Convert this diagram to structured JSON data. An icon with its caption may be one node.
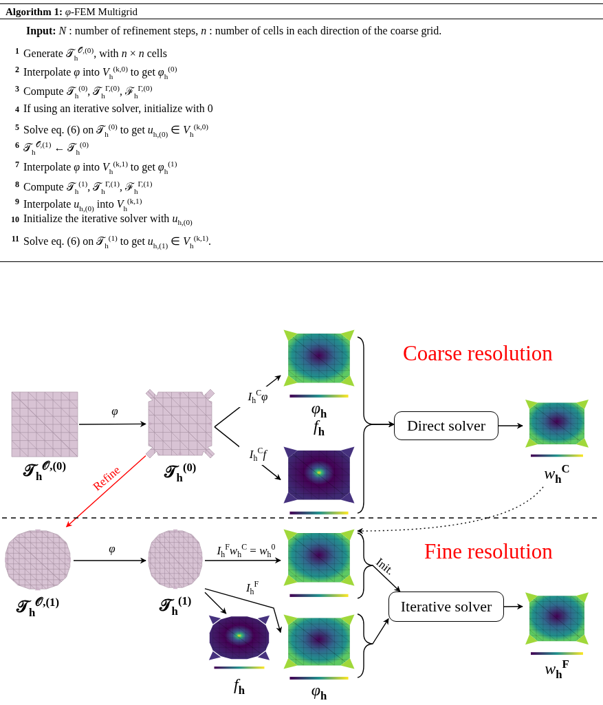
{
  "diagram": {
    "title": "**Algorithm 1:** *φ*-FEM Multigrid",
    "nodes": [
      {
        "text": [],
        "shape": "picture",
        "beside": [
          "𝒯$_{h}$$^{𝒪,(0)}$"
        ]
      },
      {
        "text": [],
        "shape": "picture",
        "beside": [
          "𝒯$_{h}$$^{(0)}$"
        ]
      },
      {
        "text": [],
        "shape": "picture",
        "beside": [
          "*φ*$_{h}$"
        ]
      },
      {
        "text": [],
        "shape": "picture",
        "beside": [
          "*f*$_{h}$"
        ]
      },
      {
        "text": [
          "Direct solver"
        ]
      },
      {
        "text": [],
        "shape": "picture",
        "beside": [
          "*w*$_{h}$$^{C}$"
        ]
      },
      {
        "text": [],
        "shape": "picture",
        "beside": [
          "𝒯$_{h}$$^{𝒪,(1)}$"
        ]
      },
      {
        "text": [],
        "shape": "picture",
        "beside": [
          "𝒯$_{h}$$^{(1)}$"
        ]
      },
      {
        "text": [],
        "shape": "picture"
      },
      {
        "text": [],
        "shape": "picture",
        "beside": [
          "*φ*$_{h}$"
        ]
      },
      {
        "text": [],
        "shape": "picture",
        "beside": [
          "*f*$_{h}$"
        ]
      },
      {
        "text": [
          "Iterative solver"
        ]
      },
      {
        "text": [],
        "shape": "picture",
        "beside": [
          "*w*$_{h}$$^{F}$"
        ]
      }
    ],
    "edges": [
      {
        "from": 0,
        "to": 1,
        "arrow": "to",
        "label": "*φ*"
      },
      {
        "from": 1,
        "to": 2,
        "arrow": "to",
        "label": "*I*$_{h}$$^{C}$*φ*"
      },
      {
        "from": 1,
        "to": 3,
        "arrow": "to",
        "label": "*I*$_{h}$$^{C}$*f*"
      },
      {
        "from": 2,
        "to": 4,
        "arrow": "to"
      },
      {
        "from": 3,
        "to": 4,
        "arrow": "to"
      },
      {
        "from": 4,
        "to": 5,
        "arrow": "to"
      },
      {
        "from": 1,
        "to": 6,
        "arrow": "to",
        "label": "Refine",
        "color": "#ff0000"
      },
      {
        "from": 5,
        "to": 8,
        "arrow": "to",
        "style": "dashed"
      },
      {
        "from": 6,
        "to": 7,
        "arrow": "to",
        "label": "*φ*"
      },
      {
        "from": 7,
        "to": 8,
        "arrow": "to",
        "label": "*I*$_{h}$$^{F}$*w*$_{h}$$^{C}$ = *w*$_{h}$$^{0}$"
      },
      {
        "from": 7,
        "to": 9,
        "arrow": "to",
        "label": "*I*$_{h}$$^{F}$"
      },
      {
        "from": 7,
        "to": 10,
        "arrow": "to"
      },
      {
        "from": 8,
        "to": 11,
        "arrow": "to",
        "label": "Init."
      },
      {
        "from": 9,
        "to": 11,
        "arrow": "to"
      },
      {
        "from": 11,
        "to": 12,
        "arrow": "to"
      }
    ],
    "labels": [
      "**Input:** *N* : number of refinement steps, *n* : number of cells in each direction of the coarse grid.",
      "1",
      "Generate 𝒯$_{h}$$^{𝒪,(0)}$, with *n* × *n* cells",
      "2",
      "Interpolate *φ* into *V*$_{h}$$^{(k,0)}$ to get *φ*$_{h}$$^{(0)}$",
      "3",
      "Compute 𝒯$_{h}$$^{(0)}$, 𝒯$_{h}$$^{Γ,(0)}$, ℱ$_{h}$$^{Γ,(0)}$",
      "4",
      "If using an iterative solver, initialize with 0",
      "5",
      "Solve eq. (6) on 𝒯$_{h}$$^{(0)}$ to get *u*$_{h,(0)}$ ∈ *V*$_{h}$$^{(k,0)}$",
      "6",
      "𝒯$_{h}$$^{𝒪,(1)}$ ← 𝒯$_{h}$$^{(0)}$",
      "7",
      "Interpolate *φ* into *V*$_{h}$$^{(k,1)}$ to get *φ*$_{h}$$^{(1)}$",
      "8",
      "Compute 𝒯$_{h}$$^{(1)}$, 𝒯$_{h}$$^{Γ,(1)}$, ℱ$_{h}$$^{Γ,(1)}$",
      "9",
      "Interpolate *u*$_{h,(0)}$ into *V*$_{h}$$^{(k,1)}$",
      "10",
      "Initialize the iterative solver with *u*$_{h,(0)}$",
      "11",
      "Solve eq. (6) on 𝒯$_{h}$$^{(1)}$ to get *u*$_{h,(1)}$ ∈ *V*$_{h}$$^{(k,1)}$.",
      "Coarse resolution",
      "Fine resolution"
    ]
  }
}
